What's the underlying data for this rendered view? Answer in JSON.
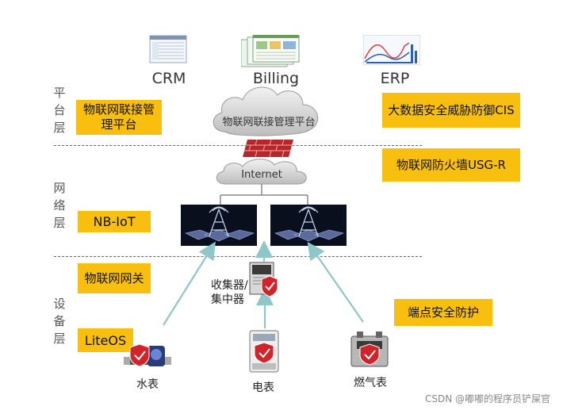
{
  "apps": {
    "crm": "CRM",
    "billing": "Billing",
    "erp": "ERP"
  },
  "layers": {
    "platform": [
      "平",
      "台",
      "层"
    ],
    "network": [
      "网",
      "络",
      "层"
    ],
    "device": [
      "设",
      "备",
      "层"
    ]
  },
  "left_boxes": {
    "iot_platform": "物联网联接管理平台",
    "nbiot": "NB-IoT",
    "iot_gateway": "物联网网关",
    "liteos": "LiteOS"
  },
  "right_boxes": {
    "cis": "大数据安全威胁防御CIS",
    "usg": "物联网防火墙USG-R",
    "endpoint": "端点安全防护"
  },
  "cloud": {
    "platform": "物联网联接管理平台",
    "internet": "Internet"
  },
  "devices": {
    "collector": "收集器/集中器",
    "water": "水表",
    "electric": "电表",
    "gas": "燃气表"
  },
  "watermark": "CSDN @嘟嘟的程序员铲屎官",
  "colors": {
    "box": "#f9bf0f",
    "arrow": "#8fc6c8",
    "tower_bg": "#0a0f1e"
  }
}
